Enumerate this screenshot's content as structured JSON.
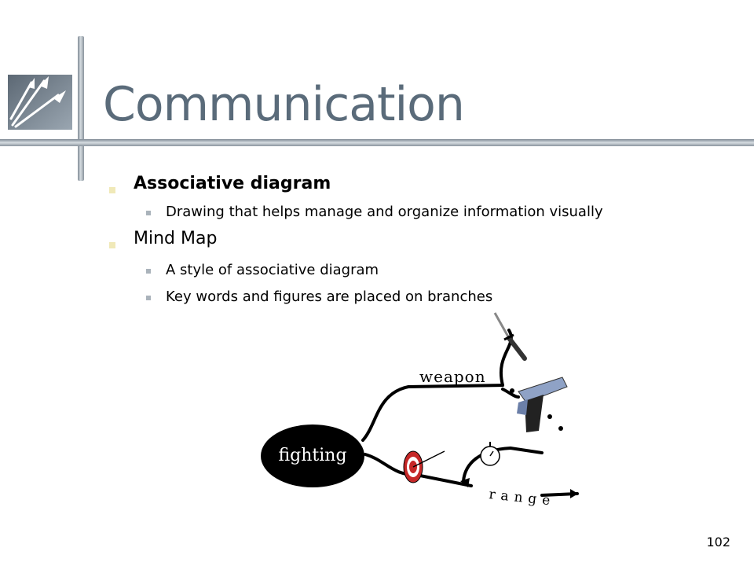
{
  "slide": {
    "title": "Communication",
    "page_number": "102"
  },
  "bullets": [
    {
      "text": "Associative diagram",
      "level": 1,
      "bold": true
    },
    {
      "text": "Drawing that helps manage and organize information visually",
      "level": 2
    },
    {
      "text": "Mind Map",
      "level": 1,
      "bold": false
    },
    {
      "text": "A style of associative diagram",
      "level": 2
    },
    {
      "text": "Key words and figures are placed on branches",
      "level": 2
    }
  ],
  "mindmap": {
    "center": "fighting",
    "branch_weapon": "weapon",
    "branch_range": "range"
  },
  "icons": {
    "logo": "darts-logo-icon",
    "knife": "knife-icon",
    "gun": "pistol-icon",
    "target": "target-icon",
    "stopwatch": "stopwatch-icon"
  },
  "colors": {
    "title": "#5a6b7a",
    "bar": "#8a949d",
    "bullet_level1": "#f0e9b8",
    "bullet_level2": "#aab3bb"
  }
}
